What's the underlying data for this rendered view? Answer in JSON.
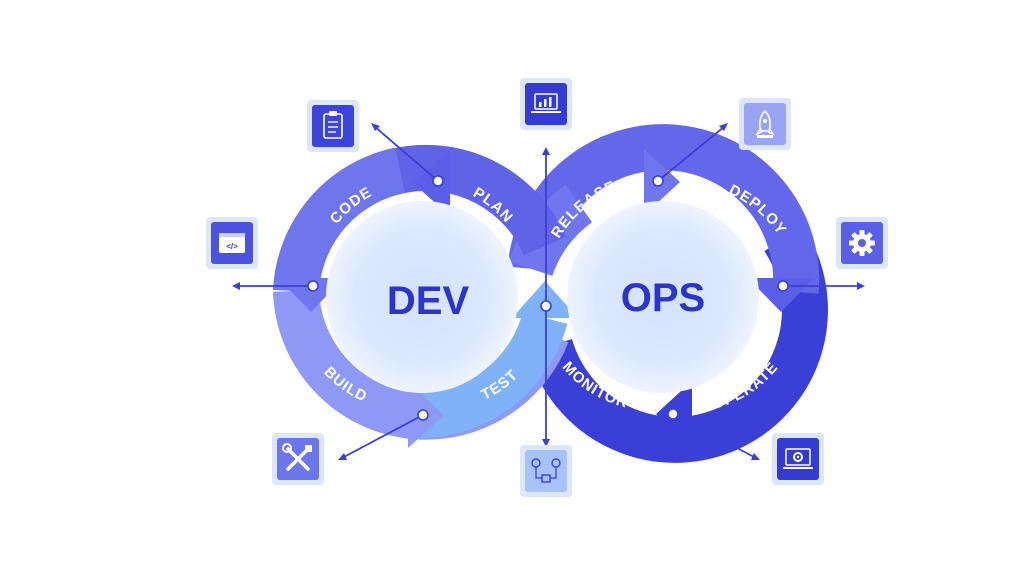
{
  "center": {
    "left": "DEV",
    "right": "OPS"
  },
  "stages": [
    {
      "key": "plan",
      "label": "PLAN",
      "icon": "clipboard-icon"
    },
    {
      "key": "code",
      "label": "CODE",
      "icon": "code-window-icon"
    },
    {
      "key": "build",
      "label": "BUILD",
      "icon": "tools-icon"
    },
    {
      "key": "test",
      "label": "TEST",
      "icon": "test-flow-icon"
    },
    {
      "key": "release",
      "label": "RELEASE",
      "icon": "laptop-chart-icon"
    },
    {
      "key": "deploy",
      "label": "DEPLOY",
      "icon": "rocket-icon"
    },
    {
      "key": "operate",
      "label": "OPERATE",
      "icon": "gear-icon"
    },
    {
      "key": "monitor",
      "label": "MONITOR",
      "icon": "monitor-gear-icon"
    }
  ],
  "colors": {
    "dark": "#3a3fd6",
    "mid": "#5a5fe8",
    "light": "#7c82f0",
    "pale": "#9ea9f6",
    "sky": "#80b2fa",
    "center_fill": "#d9e6fd",
    "icon_border": "#dde6ff"
  }
}
